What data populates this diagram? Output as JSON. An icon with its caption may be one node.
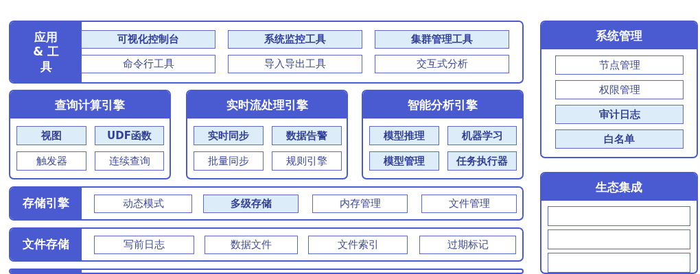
{
  "diagram": {
    "nodes": [
      {
        "text": [
          "应用 & 工具"
        ]
      },
      {
        "text": [
          "可视化控制台"
        ],
        "in": 0
      },
      {
        "text": [
          "系统监控工具"
        ],
        "in": 0
      },
      {
        "text": [
          "集群管理工具"
        ],
        "in": 0
      },
      {
        "text": [
          "命令行工具"
        ],
        "in": 0
      },
      {
        "text": [
          "导入导出工具"
        ],
        "in": 0
      },
      {
        "text": [
          "交互式分析"
        ],
        "in": 0
      },
      {
        "text": [
          "查询计算引擎"
        ]
      },
      {
        "text": [
          "视图"
        ],
        "in": 7
      },
      {
        "text": [
          "UDF函数"
        ],
        "in": 7
      },
      {
        "text": [
          "触发器"
        ],
        "in": 7
      },
      {
        "text": [
          "连续查询"
        ],
        "in": 7
      },
      {
        "text": [
          "实时流处理引擎"
        ]
      },
      {
        "text": [
          "实时同步"
        ],
        "in": 12
      },
      {
        "text": [
          "数据告警"
        ],
        "in": 12
      },
      {
        "text": [
          "批量同步"
        ],
        "in": 12
      },
      {
        "text": [
          "规则引擎"
        ],
        "in": 12
      },
      {
        "text": [
          "智能分析引擎"
        ]
      },
      {
        "text": [
          "模型推理"
        ],
        "in": 17
      },
      {
        "text": [
          "机器学习"
        ],
        "in": 17
      },
      {
        "text": [
          "模型管理"
        ],
        "in": 17
      },
      {
        "text": [
          "任务执行器"
        ],
        "in": 17
      },
      {
        "text": [
          "存储引擎"
        ]
      },
      {
        "text": [
          "动态模式"
        ],
        "in": 22
      },
      {
        "text": [
          "多级存储"
        ],
        "in": 22
      },
      {
        "text": [
          "内存管理"
        ],
        "in": 22
      },
      {
        "text": [
          "文件管理"
        ],
        "in": 22
      },
      {
        "text": [
          "文件存储"
        ]
      },
      {
        "text": [
          "写前日志"
        ],
        "in": 27
      },
      {
        "text": [
          "数据文件"
        ],
        "in": 27
      },
      {
        "text": [
          "文件索引"
        ],
        "in": 27
      },
      {
        "text": [
          "过期标记"
        ],
        "in": 27
      },
      {
        "text": [],
        "shape": "box"
      },
      {
        "text": [
          "系统管理"
        ]
      },
      {
        "text": [
          "节点管理"
        ],
        "in": 33
      },
      {
        "text": [
          "权限管理"
        ],
        "in": 33
      },
      {
        "text": [
          "审计日志"
        ],
        "in": 33
      },
      {
        "text": [
          "白名单"
        ],
        "in": 33
      },
      {
        "text": [
          "生态集成"
        ]
      },
      {
        "text": [],
        "shape": "box",
        "in": 38
      },
      {
        "text": [],
        "shape": "box",
        "in": 38
      },
      {
        "text": [],
        "shape": "box",
        "in": 38
      }
    ],
    "edges": []
  }
}
